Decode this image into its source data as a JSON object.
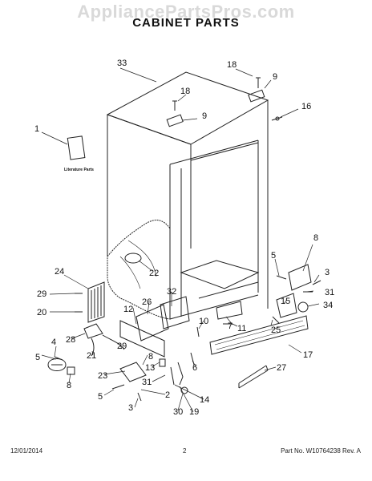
{
  "watermark": "AppliancePartsPros.com",
  "title": "CABINET PARTS",
  "literature_label": "Literature Parts",
  "callouts": {
    "c33": "33",
    "c18a": "18",
    "c9a": "9",
    "c18b": "18",
    "c9b": "9",
    "c16": "16",
    "c1": "1",
    "c8a": "8",
    "c5a": "5",
    "c3a": "3",
    "c22": "22",
    "c24": "24",
    "c31a": "31",
    "c29a": "29",
    "c15": "15",
    "c34": "34",
    "c20": "20",
    "c26": "26",
    "c32": "32",
    "c12": "12",
    "c25": "25",
    "c7": "7",
    "c11": "11",
    "c10": "10",
    "c28": "28",
    "c4": "4",
    "c21": "21",
    "c29b": "29",
    "c17": "17",
    "c5b": "5",
    "c23": "23",
    "c8b": "8",
    "c13": "13",
    "c6": "6",
    "c27": "27",
    "c8c": "8",
    "c31b": "31",
    "c5c": "5",
    "c2": "2",
    "c14": "14",
    "c3b": "3",
    "c30": "30",
    "c19": "19"
  },
  "footer": {
    "date": "12/01/2014",
    "page": "2",
    "part_no": "Part No. W10764238  Rev. A"
  }
}
